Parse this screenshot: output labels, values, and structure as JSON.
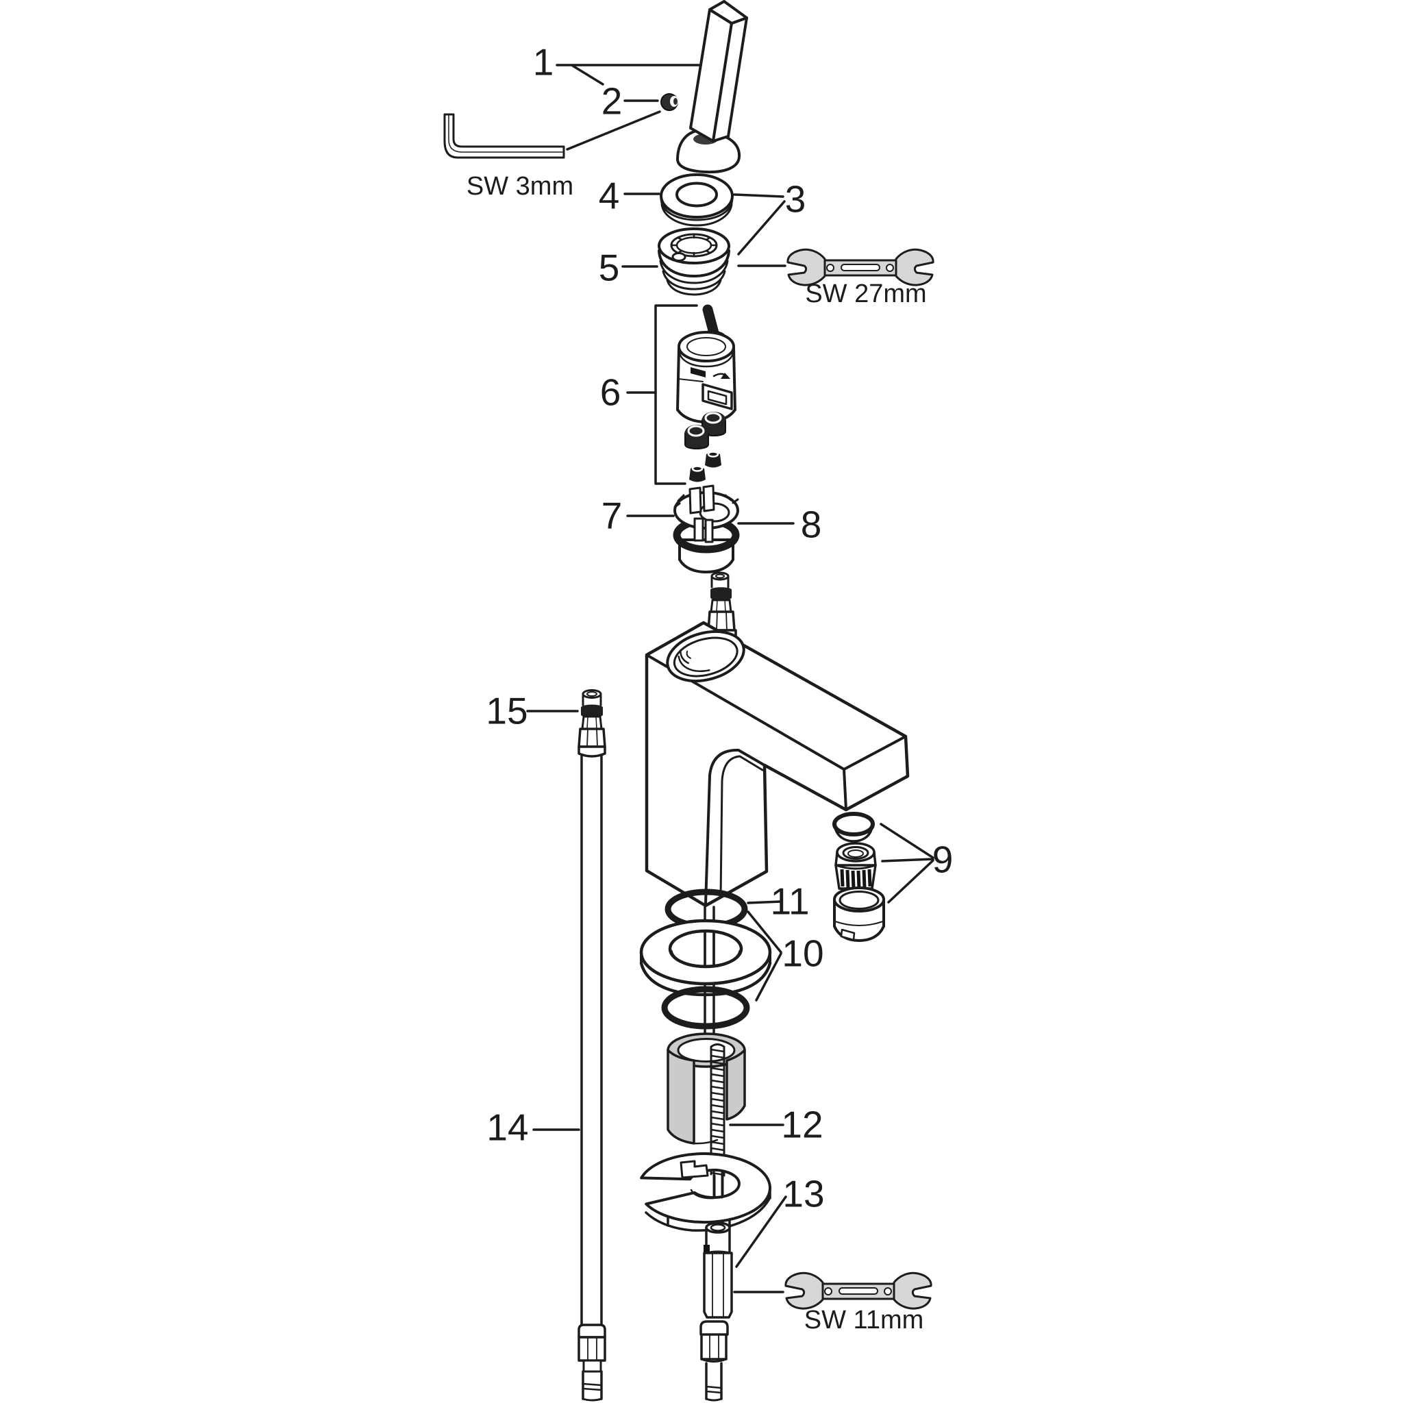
{
  "callouts": {
    "c1": "1",
    "c2": "2",
    "c3": "3",
    "c4": "4",
    "c5": "5",
    "c6": "6",
    "c7": "7",
    "c8": "8",
    "c9": "9",
    "c10": "10",
    "c11": "11",
    "c12": "12",
    "c13": "13",
    "c14": "14",
    "c15": "15"
  },
  "tools": {
    "allen_key_label": "SW 3mm",
    "wrench_27_label": "SW 27mm",
    "wrench_11_label": "SW 11mm"
  },
  "colors": {
    "line": "#1c1c1c",
    "background": "#ffffff",
    "tool_fill": "#d7d7d7",
    "clamp_fill": "#cbcbcb",
    "dark_fill": "#262626"
  }
}
